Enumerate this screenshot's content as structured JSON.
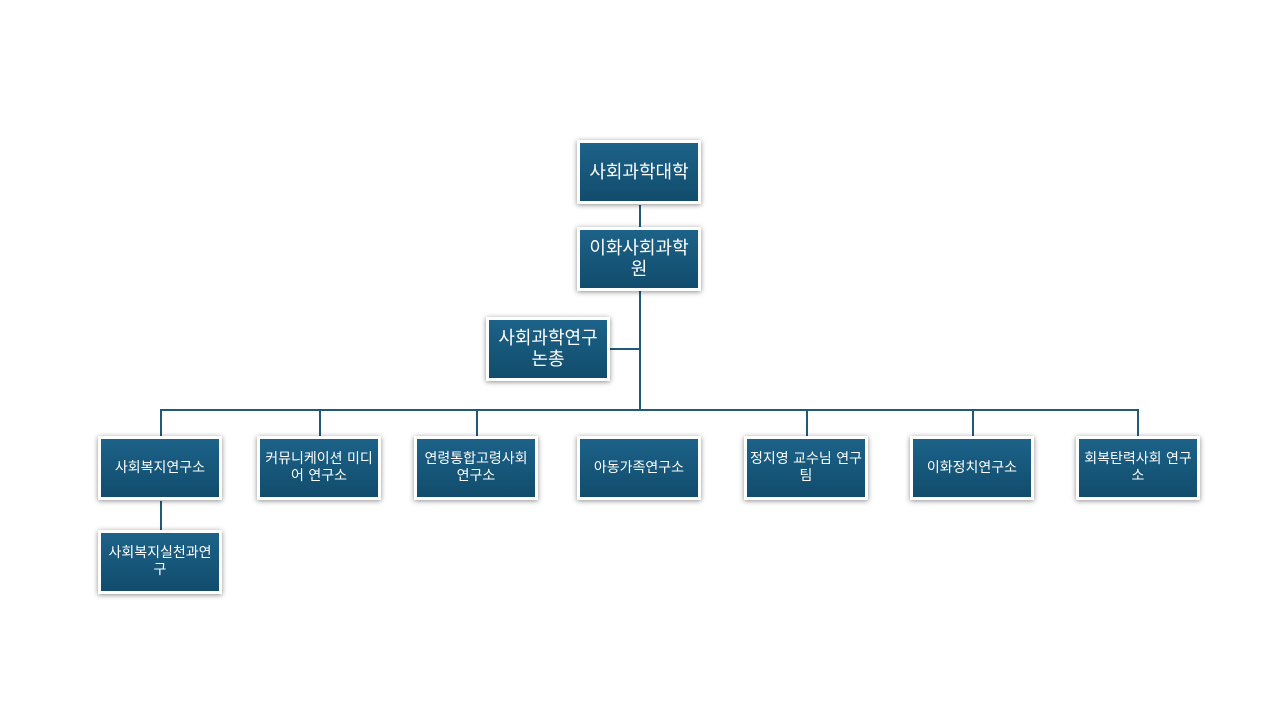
{
  "root": {
    "label": "사회과학대학"
  },
  "institute": {
    "label": "이화사회과학원"
  },
  "assistant": {
    "label": "사회과학연구논총"
  },
  "centers": [
    {
      "label": "사회복지연구소"
    },
    {
      "label": "커뮤니케이션 미디어 연구소"
    },
    {
      "label": "연령통합고령사회연구소"
    },
    {
      "label": "아동가족연구소"
    },
    {
      "label": "정지영 교수님 연구팀"
    },
    {
      "label": "이화정치연구소"
    },
    {
      "label": "회복탄력사회 연구소"
    }
  ],
  "sub_center": {
    "label": "사회복지실천과연구"
  },
  "colors": {
    "box": "#155577",
    "line": "#1f5a7a"
  }
}
